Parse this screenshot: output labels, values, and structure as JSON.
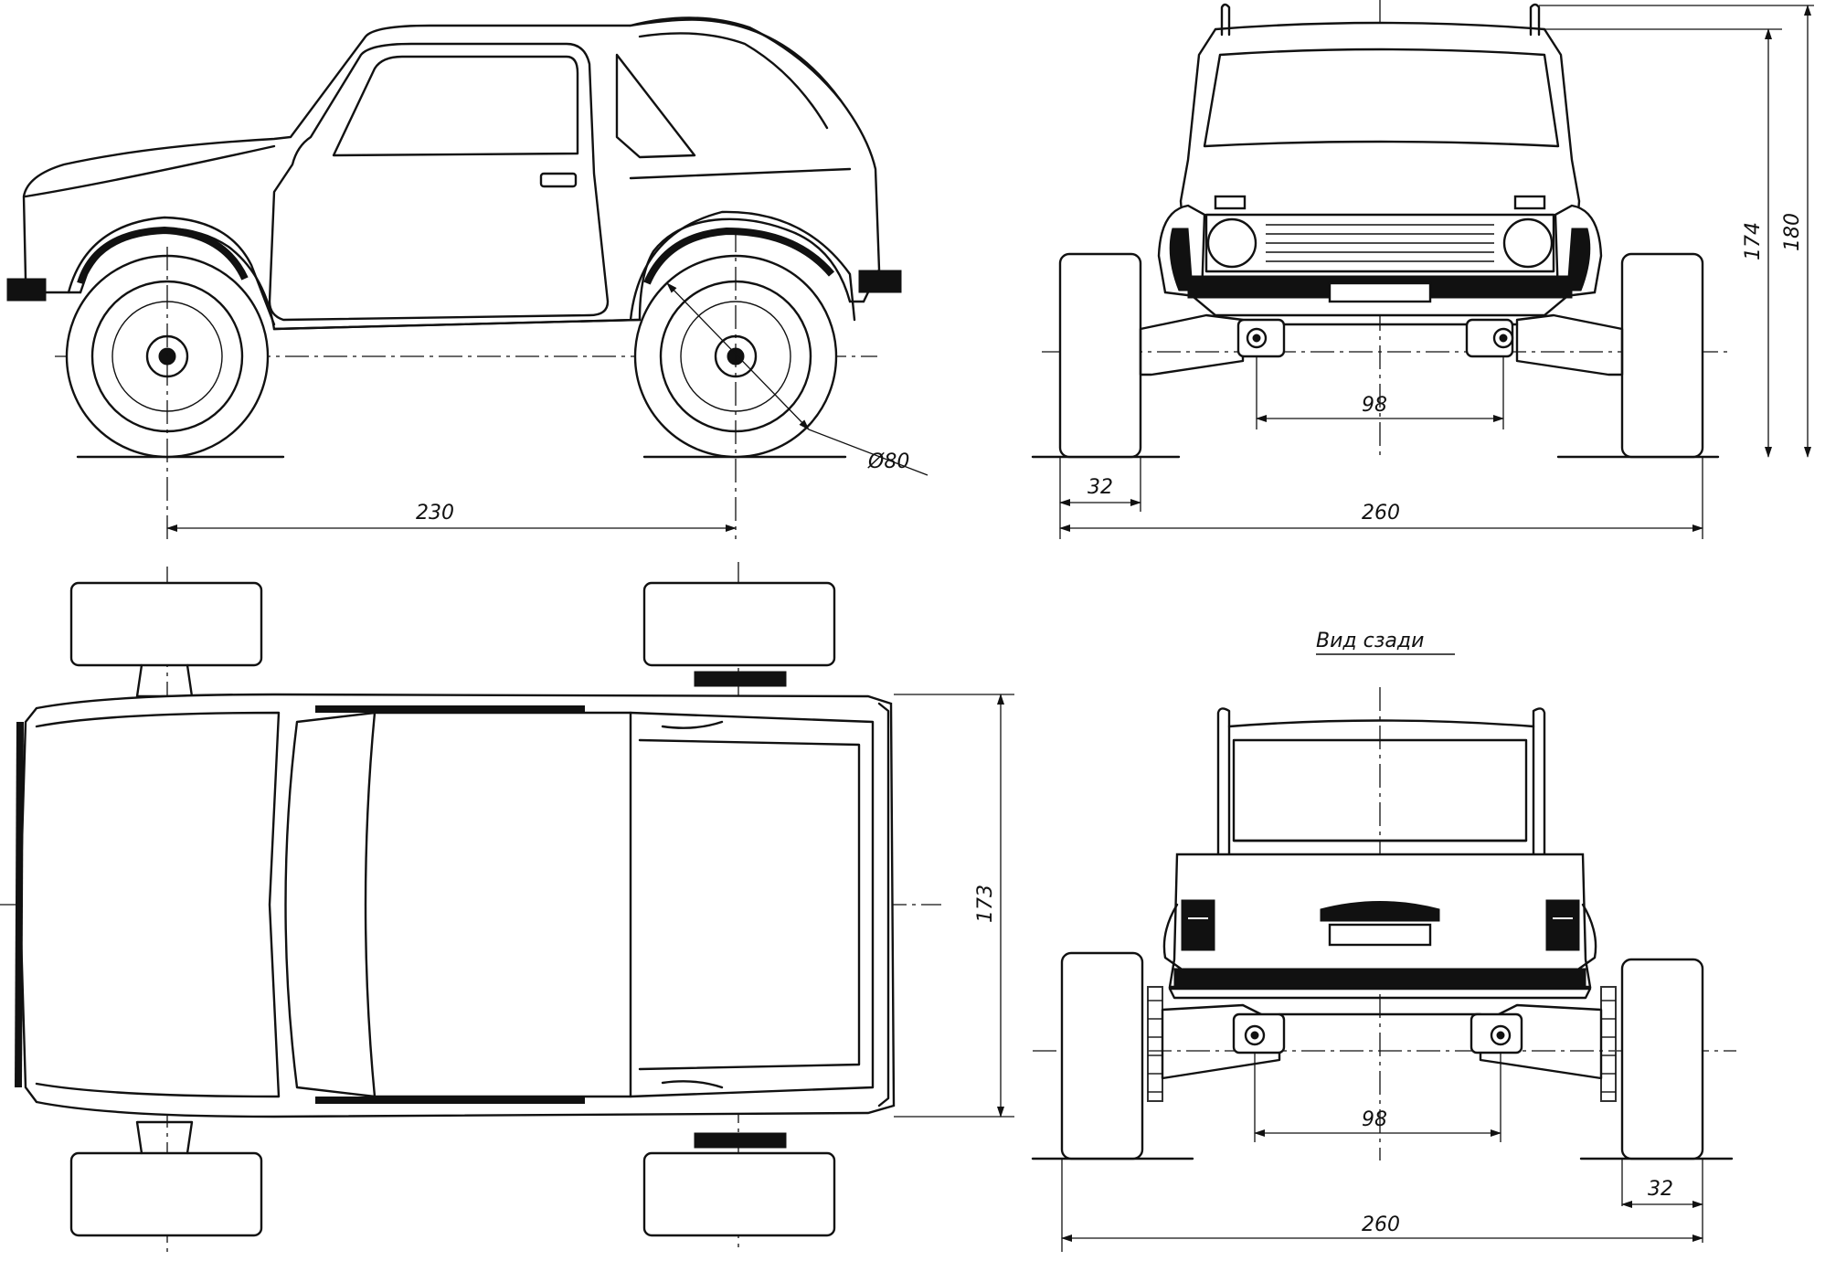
{
  "dimensions": {
    "wheelbase": "230",
    "wheel_diameter": "Ø80",
    "front_track": "260",
    "front_tire_width": "32",
    "front_pivot_spacing": "98",
    "front_height_roof": "174",
    "front_height_bars": "180",
    "body_width": "173",
    "rear_pivot_spacing": "98",
    "rear_track": "260",
    "rear_tire_width": "32"
  },
  "captions": {
    "rear_view": "Вид сзади"
  }
}
